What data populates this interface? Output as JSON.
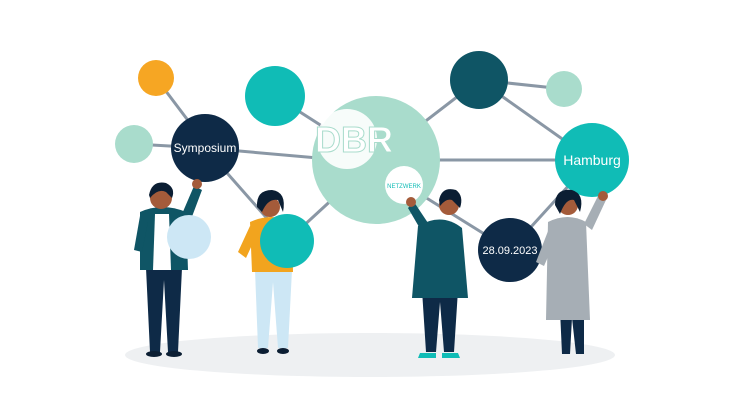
{
  "logo": {
    "main_text": "DBR",
    "sub_text": "NETZWERK"
  },
  "nodes": {
    "symposium": "Symposium",
    "hamburg": "Hamburg",
    "date": "28.09.2023"
  },
  "colors": {
    "navy": "#0e2a47",
    "dark_teal": "#0f5565",
    "teal": "#10bcb6",
    "mint": "#a9dccc",
    "orange": "#f6a623",
    "light_blue": "#cde7f5",
    "line": "#8a97a5",
    "ground": "#eef0f2",
    "skin": "#a45b3a",
    "hair": "#0b1e33",
    "mustard": "#f2a41e",
    "grey_dress": "#a6aeb5"
  }
}
